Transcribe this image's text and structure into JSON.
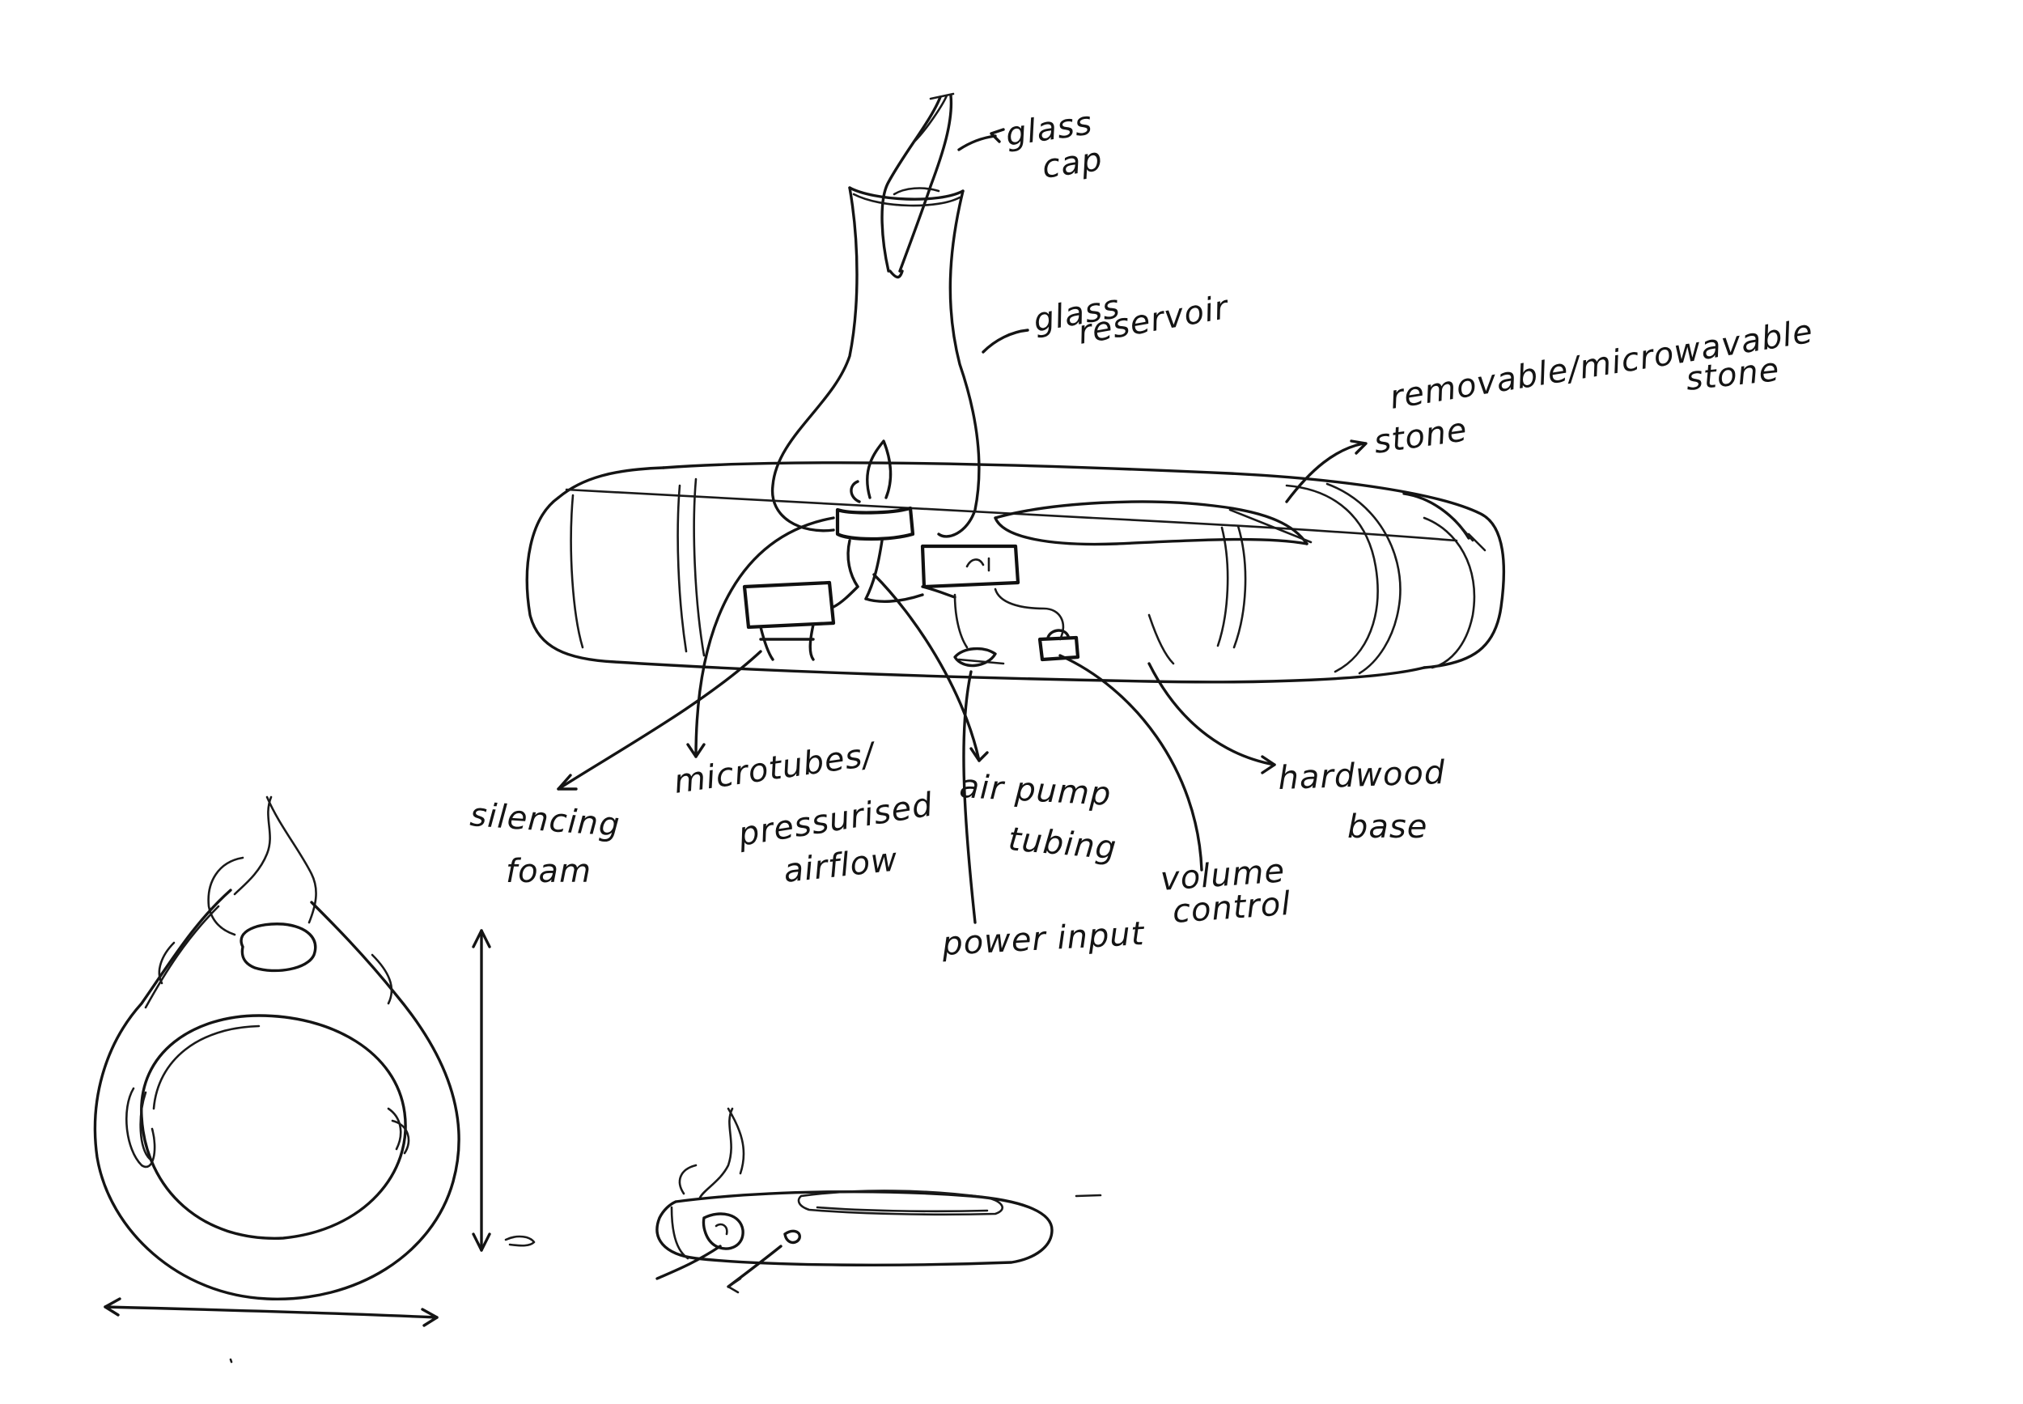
{
  "labels": {
    "glass_cap": [
      "glass",
      "cap"
    ],
    "glass_reservoir": [
      "glass",
      "reservoir"
    ],
    "stone": [
      "removable/microwavable",
      "stone",
      "stone"
    ],
    "silencing_foam": [
      "silencing",
      "foam"
    ],
    "microtubes": [
      "microtubes/",
      "pressurised",
      "airflow"
    ],
    "air_pump_tubing": [
      "air pump",
      "tubing"
    ],
    "power_input": "power input",
    "volume_control": [
      "volume",
      "control"
    ],
    "hardwood_base": [
      "hardwood",
      "base"
    ]
  },
  "ink_color": "#141414"
}
